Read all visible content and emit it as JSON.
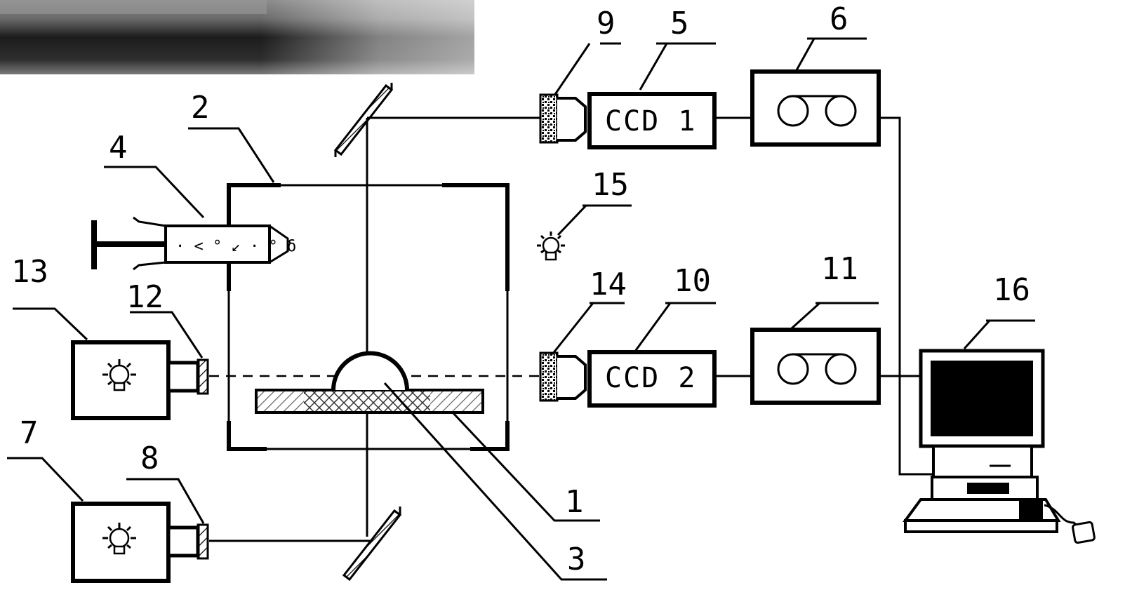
{
  "labels": {
    "n1": "1",
    "n2": "2",
    "n3": "3",
    "n4": "4",
    "n5": "5",
    "n6": "6",
    "n7": "7",
    "n8": "8",
    "n9": "9",
    "n10": "10",
    "n11": "11",
    "n12": "12",
    "n13": "13",
    "n14": "14",
    "n15": "15",
    "n16": "16"
  },
  "ccd": {
    "top": "CCD 1",
    "bottom": "CCD 2"
  },
  "icons": {
    "substrate": "hatched-plate",
    "droplet": "sessile-drop",
    "syringe": "syringe-icon",
    "lamp": "light-bulb-icon",
    "recorder": "tape-recorder-icon",
    "computer": "computer-icon"
  }
}
